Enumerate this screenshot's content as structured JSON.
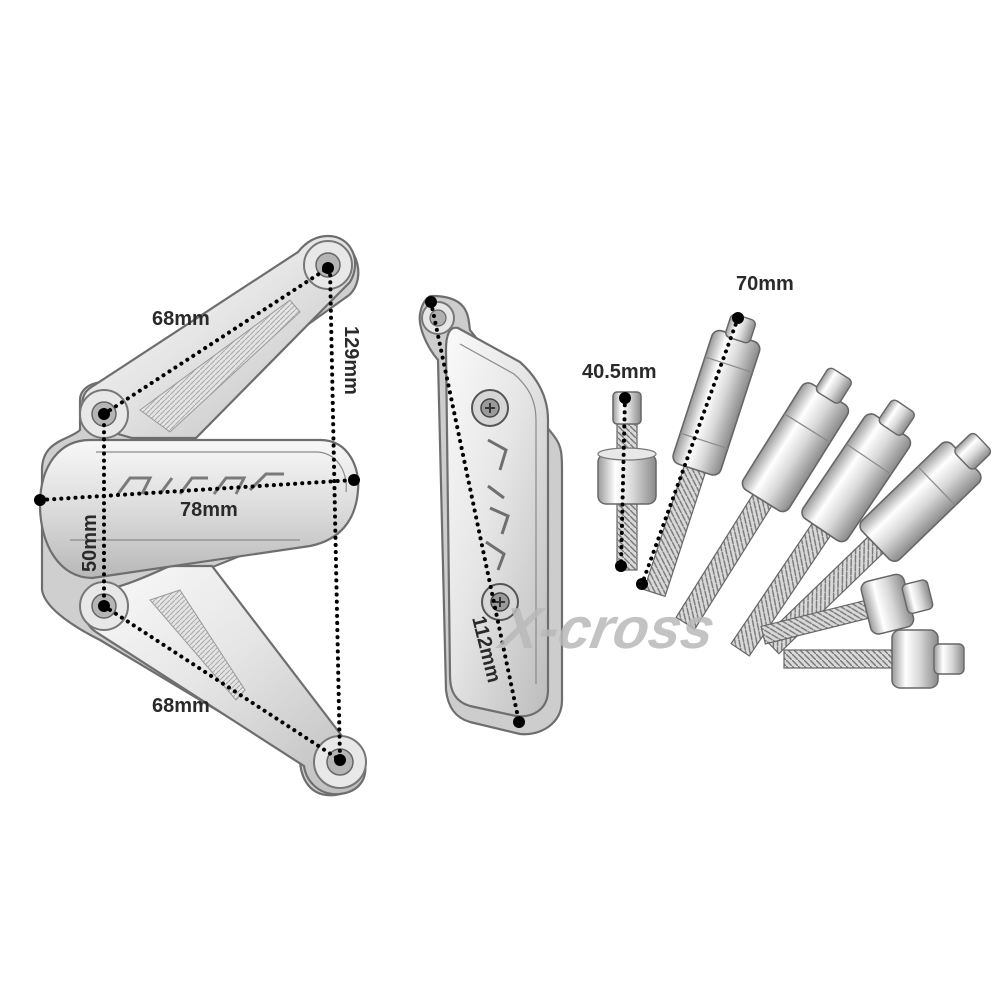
{
  "dimensions": {
    "bracket_top_arm": "68mm",
    "bracket_height": "129mm",
    "bracket_width": "78mm",
    "bracket_plate_height": "50mm",
    "bracket_bottom_arm": "68mm",
    "slider_length": "112mm",
    "short_bolt": "40.5mm",
    "long_bolt": "70mm"
  },
  "watermark": "X-cross",
  "colors": {
    "background": "#ffffff",
    "metal_light": "#f4f4f4",
    "metal_mid": "#d2d2d2",
    "metal_dark": "#8c8c8c",
    "measure": "#000000",
    "watermark": "#b9b9b9"
  }
}
